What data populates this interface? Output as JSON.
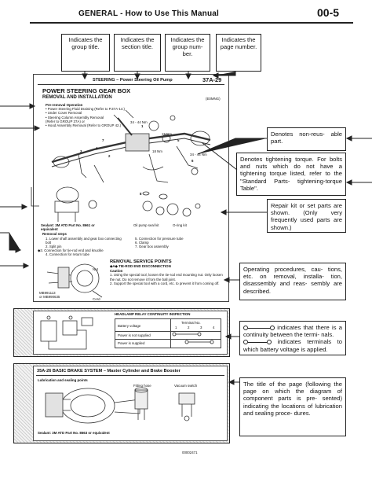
{
  "header": {
    "title": "GENERAL - How to Use This Manual",
    "page": "00-5"
  },
  "top_callouts": [
    "Indicates the group title.",
    "Indicates the section title.",
    "Indicates the group num- ber.",
    "Indicates the page number."
  ],
  "sample_page": {
    "header_left": "STEERING – Power Steering Oil Pump",
    "header_right": "37A-29",
    "title": "POWER STEERING GEAR BOX",
    "subtitle": "REMOVAL AND INSTALLATION",
    "code": "(E0MNG)",
    "pre_op_heading": "Pre-removal Operation",
    "pre_op_lines": [
      "• Power Steering Fluid Draining (Refer to P.37A-14.)",
      "• Under Cover Removal",
      "• Steering Column Assembly Removal",
      "(Refer to GROUP 37A) or",
      "• Hood Assembly Removal (Refer to GROUP 42.)"
    ],
    "torques": [
      "34 - 44 Nm",
      "15 Nm",
      "18 Nm",
      "34 - 44 Nm"
    ],
    "part_numbers": [
      "1",
      "2",
      "3",
      "4",
      "5",
      "6",
      "7",
      "8"
    ],
    "pump_labels": [
      "Oil pump seal kit",
      "O-ring kit"
    ],
    "sealant": "Sealant: 3M ATD Part No. 8661 or equivalent",
    "removal_steps_heading": "Removal steps",
    "removal_steps": [
      "1. Lower shaft assembly and gear box connecting bolt",
      "2. Split pin",
      "◆3. Connection for tie-rod end and knuckle",
      "4. Connection for return tube",
      "5. Connection for pressure tube",
      "6. Clamp",
      "7. Gear box assembly"
    ],
    "removal_points_heading": "REMOVAL SERVICE POINTS",
    "removal_point_sub": "◆A◆ TIE-ROD END DISCONNECTION",
    "caution_heading": "Caution",
    "caution_lines": [
      "1. Using the special tool, loosen the tie-rod end mounting nut. Only loosen the nut. Do not remove it from the ball joint.",
      "2. Support the special tool with a cord, etc. to prevent it from coming off."
    ],
    "tool_labels": [
      "MB991113",
      "or MB990635",
      "Nut",
      "Cord"
    ],
    "relay_heading": "HEADLAMP RELAY CONTINUITY INSPECTION",
    "relay_table_col": "Terminal No.",
    "relay_table_header": "Battery voltage",
    "relay_terminals": [
      "1",
      "2",
      "3",
      "4"
    ],
    "relay_rows": [
      "Power is not supplied",
      "Power is supplied"
    ],
    "brake_header_left": "35A-26  BASIC BRAKE SYSTEM – Master Cylinder and Brake Booster",
    "brake_lub": "Lubrication and sealing points",
    "brake_fitting1": "Fitting hose",
    "brake_fitting2": "Vacuum switch",
    "brake_sealant": "Sealant: 3M ATD Part No. 8663 or equivalent",
    "footer_code": "00002471"
  },
  "side_callouts": {
    "non_reusable": "Denotes non-reus- able part.",
    "tightening": "Denotes tightening torque. For bolts and nuts which do not have a tightening torque listed, refer to the \"Standard Parts- tightening-torque Table\".",
    "repair_kit": "Repair kit or set parts are shown. (Only very frequently used parts are shown.)",
    "operating": "Operating procedures, cau- tions, etc. on removal, installa- tion, disassembly and reas- sembly are described.",
    "continuity": "indicates that there is a continuity between the termi- nals.",
    "battery": "indicates terminals to which battery voltage is applied.",
    "title_page": "The title of the page (following the page on which the diagram of component parts is pre- sented) indicating the locations of lubrication and sealing proce- dures."
  },
  "colors": {
    "ink": "#111111",
    "header_rule": "#222222",
    "hatch": "#cfcfcf"
  }
}
